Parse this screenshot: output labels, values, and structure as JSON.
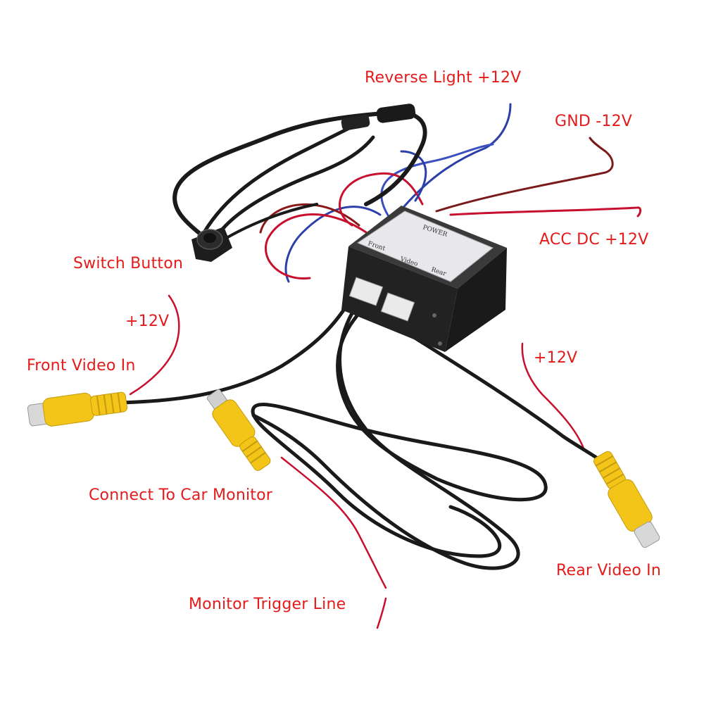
{
  "labels": {
    "reverse_light": "Reverse Light +12V",
    "gnd": "GND -12V",
    "acc": "ACC DC +12V",
    "switch_button": "Switch Button",
    "front_power": "+12V",
    "front_video": "Front Video In",
    "rear_power": "+12V",
    "monitor": "Connect To Car Monitor",
    "rear_video": "Rear Video In",
    "trigger": "Monitor Trigger Line"
  },
  "box_sticker": {
    "power": "POWER",
    "front": "Front",
    "video": "Video",
    "rear": "Rear"
  },
  "colors": {
    "label": "#e31b1b",
    "red_wire": "#c8102e",
    "blue_wire": "#2b3fa8",
    "black_cable": "#1a1a1a",
    "rca_yellow": "#f2c518",
    "box_body": "#2a2a2a",
    "sticker": "#e8e8ec"
  }
}
